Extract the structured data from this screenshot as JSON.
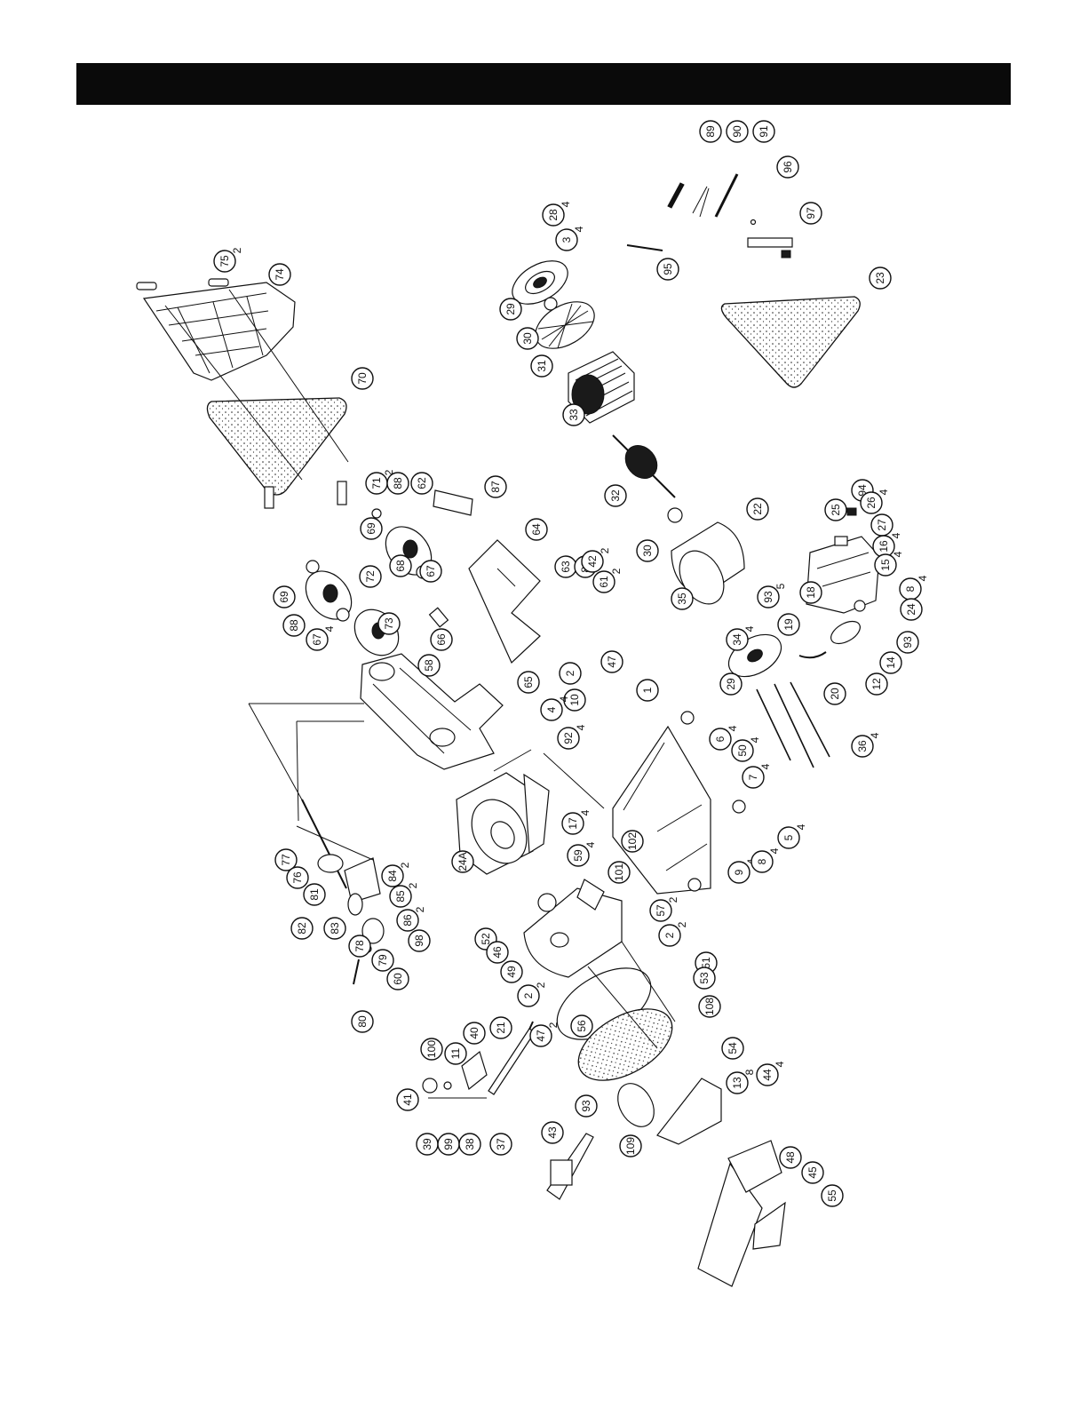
{
  "header": {
    "color": "#0a0a0a"
  },
  "callouts": [
    {
      "num": "89",
      "qty": ""
    },
    {
      "num": "90",
      "qty": ""
    },
    {
      "num": "91",
      "qty": ""
    },
    {
      "num": "96",
      "qty": ""
    },
    {
      "num": "97",
      "qty": ""
    },
    {
      "num": "95",
      "qty": ""
    },
    {
      "num": "28",
      "qty": "4"
    },
    {
      "num": "3",
      "qty": "4"
    },
    {
      "num": "29",
      "qty": ""
    },
    {
      "num": "30",
      "qty": ""
    },
    {
      "num": "31",
      "qty": ""
    },
    {
      "num": "33",
      "qty": ""
    },
    {
      "num": "32",
      "qty": ""
    },
    {
      "num": "23",
      "qty": ""
    },
    {
      "num": "75",
      "qty": "2"
    },
    {
      "num": "74",
      "qty": ""
    },
    {
      "num": "70",
      "qty": ""
    },
    {
      "num": "71",
      "qty": "2"
    },
    {
      "num": "88",
      "qty": ""
    },
    {
      "num": "62",
      "qty": ""
    },
    {
      "num": "87",
      "qty": ""
    },
    {
      "num": "69",
      "qty": ""
    },
    {
      "num": "68",
      "qty": ""
    },
    {
      "num": "67",
      "qty": ""
    },
    {
      "num": "64",
      "qty": ""
    },
    {
      "num": "63",
      "qty": ""
    },
    {
      "num": "82",
      "qty": "2"
    },
    {
      "num": "42",
      "qty": "2"
    },
    {
      "num": "61",
      "qty": "2"
    },
    {
      "num": "22",
      "qty": ""
    },
    {
      "num": "25",
      "qty": ""
    },
    {
      "num": "94",
      "qty": ""
    },
    {
      "num": "26",
      "qty": "4"
    },
    {
      "num": "27",
      "qty": ""
    },
    {
      "num": "16",
      "qty": "4"
    },
    {
      "num": "15",
      "qty": "4"
    },
    {
      "num": "8",
      "qty": "4"
    },
    {
      "num": "30",
      "qty": ""
    },
    {
      "num": "69",
      "qty": ""
    },
    {
      "num": "72",
      "qty": ""
    },
    {
      "num": "88",
      "qty": ""
    },
    {
      "num": "67",
      "qty": "4"
    },
    {
      "num": "73",
      "qty": ""
    },
    {
      "num": "66",
      "qty": ""
    },
    {
      "num": "58",
      "qty": ""
    },
    {
      "num": "65",
      "qty": ""
    },
    {
      "num": "2",
      "qty": ""
    },
    {
      "num": "10",
      "qty": ""
    },
    {
      "num": "47",
      "qty": ""
    },
    {
      "num": "35",
      "qty": ""
    },
    {
      "num": "93",
      "qty": "5"
    },
    {
      "num": "18",
      "qty": ""
    },
    {
      "num": "24",
      "qty": ""
    },
    {
      "num": "34",
      "qty": "4"
    },
    {
      "num": "19",
      "qty": ""
    },
    {
      "num": "93",
      "qty": ""
    },
    {
      "num": "14",
      "qty": ""
    },
    {
      "num": "12",
      "qty": ""
    },
    {
      "num": "29",
      "qty": ""
    },
    {
      "num": "20",
      "qty": ""
    },
    {
      "num": "1",
      "qty": ""
    },
    {
      "num": "4",
      "qty": "4"
    },
    {
      "num": "92",
      "qty": "4"
    },
    {
      "num": "6",
      "qty": "4"
    },
    {
      "num": "50",
      "qty": "4"
    },
    {
      "num": "7",
      "qty": "4"
    },
    {
      "num": "5",
      "qty": "4"
    },
    {
      "num": "36",
      "qty": "4"
    },
    {
      "num": "9",
      "qty": "4"
    },
    {
      "num": "8",
      "qty": "4"
    },
    {
      "num": "77",
      "qty": ""
    },
    {
      "num": "76",
      "qty": ""
    },
    {
      "num": "81",
      "qty": ""
    },
    {
      "num": "84",
      "qty": "2"
    },
    {
      "num": "85",
      "qty": "2"
    },
    {
      "num": "86",
      "qty": "2"
    },
    {
      "num": "82",
      "qty": ""
    },
    {
      "num": "83",
      "qty": ""
    },
    {
      "num": "78",
      "qty": ""
    },
    {
      "num": "79",
      "qty": ""
    },
    {
      "num": "98",
      "qty": ""
    },
    {
      "num": "60",
      "qty": ""
    },
    {
      "num": "80",
      "qty": ""
    },
    {
      "num": "24A",
      "qty": ""
    },
    {
      "num": "17",
      "qty": "4"
    },
    {
      "num": "59",
      "qty": "4"
    },
    {
      "num": "102",
      "qty": ""
    },
    {
      "num": "101",
      "qty": ""
    },
    {
      "num": "57",
      "qty": "2"
    },
    {
      "num": "2",
      "qty": "2"
    },
    {
      "num": "52",
      "qty": ""
    },
    {
      "num": "46",
      "qty": ""
    },
    {
      "num": "49",
      "qty": ""
    },
    {
      "num": "51",
      "qty": ""
    },
    {
      "num": "2",
      "qty": "2"
    },
    {
      "num": "47",
      "qty": "2"
    },
    {
      "num": "56",
      "qty": ""
    },
    {
      "num": "53",
      "qty": ""
    },
    {
      "num": "108",
      "qty": ""
    },
    {
      "num": "41",
      "qty": ""
    },
    {
      "num": "100",
      "qty": ""
    },
    {
      "num": "11",
      "qty": ""
    },
    {
      "num": "40",
      "qty": ""
    },
    {
      "num": "21",
      "qty": ""
    },
    {
      "num": "39",
      "qty": ""
    },
    {
      "num": "99",
      "qty": ""
    },
    {
      "num": "38",
      "qty": ""
    },
    {
      "num": "37",
      "qty": ""
    },
    {
      "num": "93",
      "qty": ""
    },
    {
      "num": "54",
      "qty": ""
    },
    {
      "num": "13",
      "qty": "8"
    },
    {
      "num": "44",
      "qty": "4"
    },
    {
      "num": "109",
      "qty": ""
    },
    {
      "num": "43",
      "qty": ""
    },
    {
      "num": "48",
      "qty": ""
    },
    {
      "num": "45",
      "qty": ""
    },
    {
      "num": "55",
      "qty": ""
    }
  ]
}
